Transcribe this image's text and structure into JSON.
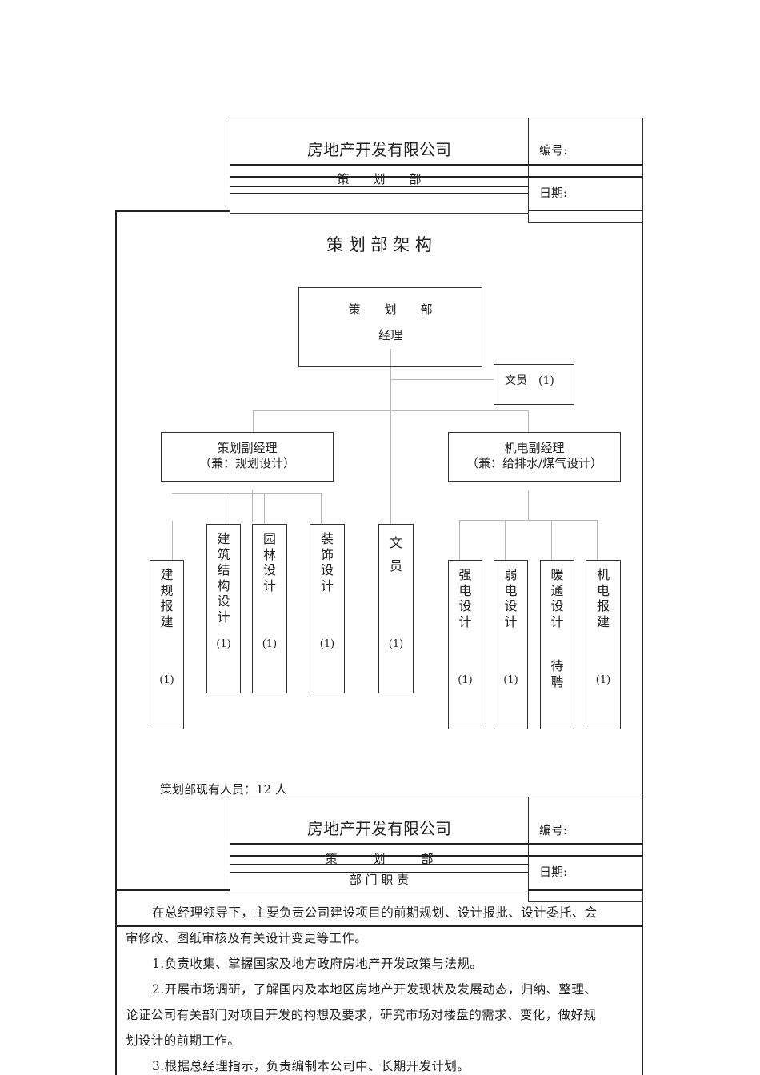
{
  "header1": {
    "company": "房地产开发有限公司",
    "department": "策　　划　　部",
    "number_label": "编号:",
    "date_label": "日期:"
  },
  "org_chart": {
    "title": "策 划 部 架 构",
    "manager": {
      "line1": "策　　划　　部",
      "line2": "经理"
    },
    "clerk_top": "文员　(1)",
    "deputy_left": {
      "line1": "策划副经理",
      "line2": "（兼：规划设计）"
    },
    "deputy_right": {
      "line1": "机电副经理",
      "line2": "（兼：给排水/煤气设计）"
    },
    "positions": [
      {
        "name": "建规报建",
        "count": "(1)"
      },
      {
        "name": "建筑结构设计",
        "count": "(1)"
      },
      {
        "name": "园林设计",
        "count": "(1)"
      },
      {
        "name": "装饰设计",
        "count": "(1)"
      },
      {
        "name": "文员",
        "count": "(1)"
      },
      {
        "name": "强电设计",
        "count": "(1)"
      },
      {
        "name": "弱电设计",
        "count": "(1)"
      },
      {
        "name": "暖通设计",
        "count": "待聘"
      },
      {
        "name": "机电报建",
        "count": "(1)"
      }
    ],
    "staff_total": "策划部现有人员：12 人"
  },
  "header2": {
    "company": "房地产开发有限公司",
    "department": "策　　　划　　　部",
    "subtitle": "部 门 职 责",
    "number_label": "编号:",
    "date_label": "日期:"
  },
  "duties": {
    "lines": [
      "在总经理领导下，主要负责公司建设项目的前期规划、设计报批、设计委托、会",
      "审修改、图纸审核及有关设计变更等工作。",
      "1.负责收集、掌握国家及地方政府房地产开发政策与法规。",
      "2.开展市场调研，了解国内及本地区房地产开发现状及发展动态，归纳、整理、",
      "论证公司有关部门对项目开发的构想及要求，研究市场对楼盘的需求、变化，做好规",
      "划设计的前期工作。",
      "3.根据总经理指示，负责编制本公司中、长期开发计划。"
    ]
  }
}
